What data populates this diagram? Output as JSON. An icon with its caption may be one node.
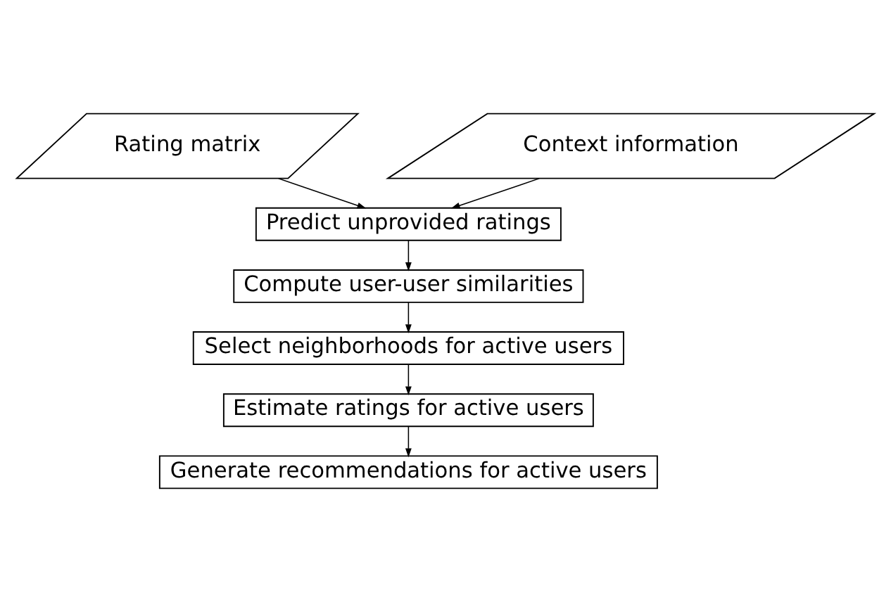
{
  "diagram": {
    "nodes": [
      {
        "text": [
          "Rating matrix"
        ]
      },
      {
        "text": [
          "Context information"
        ]
      },
      {
        "text": [
          "Predict unprovided ratings"
        ]
      },
      {
        "text": [
          "Compute user-user similarities"
        ]
      },
      {
        "text": [
          "Select neighborhoods for active users"
        ]
      },
      {
        "text": [
          "Estimate ratings for active users"
        ]
      },
      {
        "text": [
          "Generate recommendations for active users"
        ]
      }
    ],
    "edges": [
      {
        "from": 0,
        "to": 2,
        "arrow": "to"
      },
      {
        "from": 1,
        "to": 2,
        "arrow": "to"
      },
      {
        "from": 2,
        "to": 3,
        "arrow": "to"
      },
      {
        "from": 3,
        "to": 4,
        "arrow": "to"
      },
      {
        "from": 4,
        "to": 5,
        "arrow": "to"
      },
      {
        "from": 5,
        "to": 6,
        "arrow": "to"
      }
    ]
  }
}
